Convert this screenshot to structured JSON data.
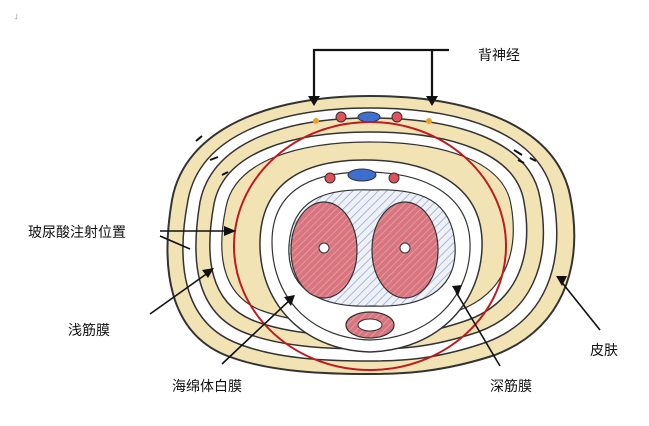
{
  "labels": {
    "dorsal_nerve": "背神经",
    "injection_site": "玻尿酸注射位置",
    "superficial_fascia": "浅筋膜",
    "tunica_albuginea": "海绵体白膜",
    "deep_fascia": "深筋膜",
    "skin": "皮肤"
  },
  "corner_mark": "˩",
  "colors": {
    "skin_fill": "#f2e3b5",
    "outline": "#333333",
    "corpora": "#d9757e",
    "urethra": "#d9757e",
    "vein": "#3d6fd1",
    "highlight_ring": "#c0191e",
    "tunica_hatch": "#aab8d6",
    "nerve_dot": "#f0a020",
    "artery": "#e0525a"
  }
}
